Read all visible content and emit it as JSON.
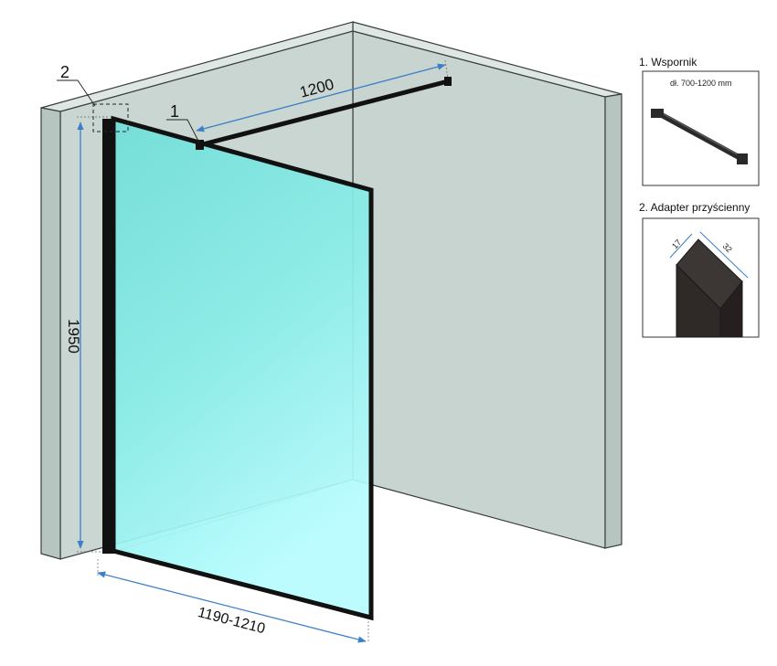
{
  "diagram": {
    "dimensions": {
      "height": "1950",
      "width": "1190-1210",
      "bracket_length": "1200"
    },
    "callouts": {
      "bracket": "1",
      "adapter": "2"
    },
    "legend": {
      "item1": {
        "title": "1. Wspornik",
        "length_note": "dł. 700-1200 mm"
      },
      "item2": {
        "title": "2. Adapter przyścienny",
        "dim_a": "17",
        "dim_b": "32"
      }
    },
    "colors": {
      "wall": "#c9d6d2",
      "wall_edge": "#3a3f3e",
      "glass": "#7fe6e0",
      "glass_light": "#b8fbff",
      "frame": "#111111",
      "dimension_line": "#3d7fc6"
    }
  }
}
